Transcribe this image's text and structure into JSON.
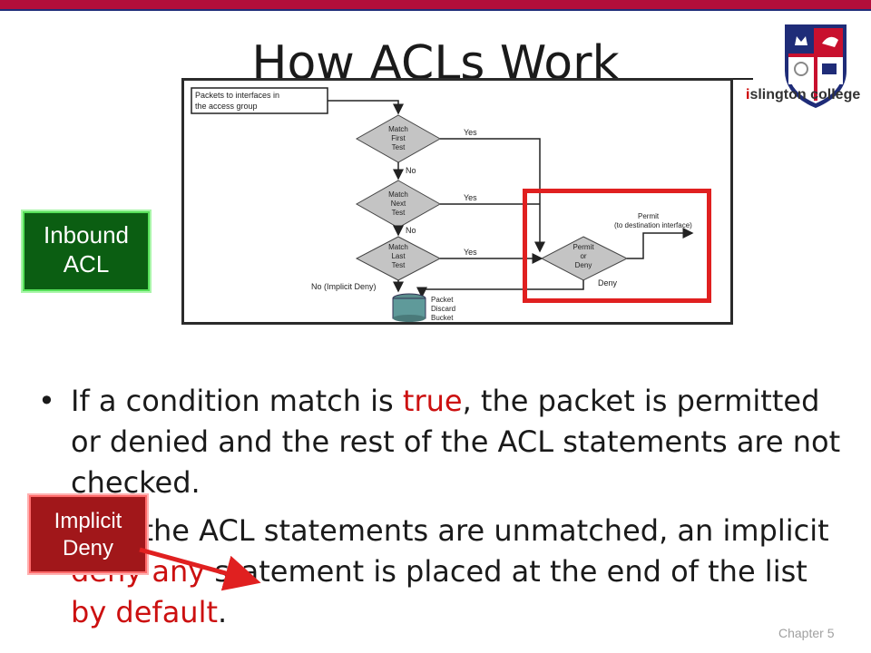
{
  "slide": {
    "title": "How ACLs Work",
    "footer": "Chapter 5"
  },
  "logo": {
    "name_initial": "i",
    "name_rest": "slington college"
  },
  "callouts": {
    "inbound_line1": "Inbound",
    "inbound_line2": "ACL",
    "implicit_line1": "Implicit",
    "implicit_line2": "Deny"
  },
  "diagram": {
    "start_line1": "Packets to interfaces in",
    "start_line2": "the access group",
    "test1_line1": "Match",
    "test1_line2": "First",
    "test1_line3": "Test",
    "test2_line1": "Match",
    "test2_line2": "Next",
    "test2_line3": "Test",
    "test3_line1": "Match",
    "test3_line2": "Last",
    "test3_line3": "Test",
    "yes1": "Yes",
    "yes2": "Yes",
    "yes3": "Yes",
    "no1": "No",
    "no2": "No",
    "implicit_no": "No (Implicit Deny)",
    "decision_line1": "Permit",
    "decision_line2": "or",
    "decision_line3": "Deny",
    "permit_line1": "Permit",
    "permit_line2": "(to destination interface)",
    "deny": "Deny",
    "bucket_line1": "Packet",
    "bucket_line2": "Discard",
    "bucket_line3": "Bucket"
  },
  "bullets": {
    "b1_pre": "If a condition match is ",
    "b1_red": "true",
    "b1_post": ", the packet is permitted or denied and the rest of the ACL statements are not checked.",
    "b2_pre": "If all the ACL statements are unmatched, an implicit ",
    "b2_red1": "deny any",
    "b2_mid": " statement is placed at the end of the list ",
    "b2_red2": "by default",
    "b2_post": "."
  },
  "colors": {
    "accent_top": "#b30e3a",
    "callout_green": "#0b5e12",
    "callout_red": "#a1171a",
    "highlight_red": "#e02020"
  }
}
